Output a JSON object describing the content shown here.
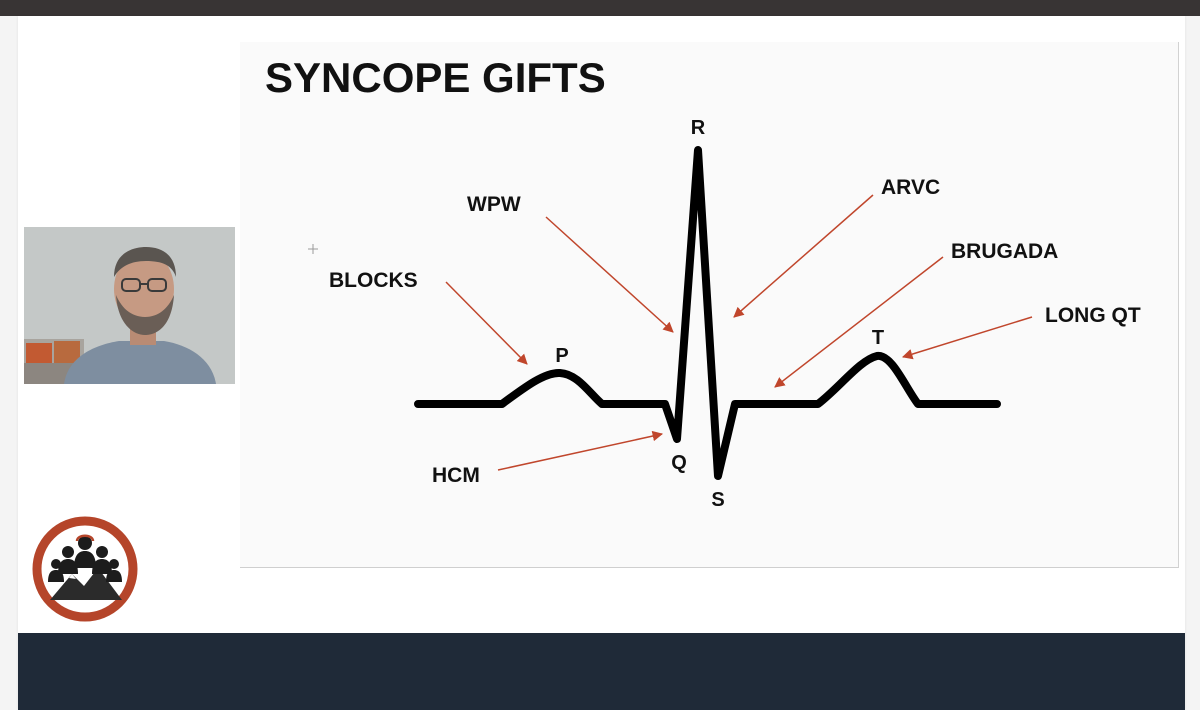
{
  "slide": {
    "title": "SYNCOPE GIFTS",
    "waves": {
      "p": "P",
      "q": "Q",
      "r": "R",
      "s": "S",
      "t": "T"
    },
    "annotations": {
      "blocks": "BLOCKS",
      "wpw": "WPW",
      "hcm": "HCM",
      "arvc": "ARVC",
      "brugada": "BRUGADA",
      "long_qt": "LONG QT"
    }
  },
  "colors": {
    "accent_arrow": "#c0462c",
    "ecg_trace": "#000000",
    "logo_ring": "#b5452a",
    "footer": "#1f2a38",
    "top_bar": "#383434"
  },
  "icons": {
    "webcam": "presenter-video",
    "logo": "team-mountain-logo"
  }
}
